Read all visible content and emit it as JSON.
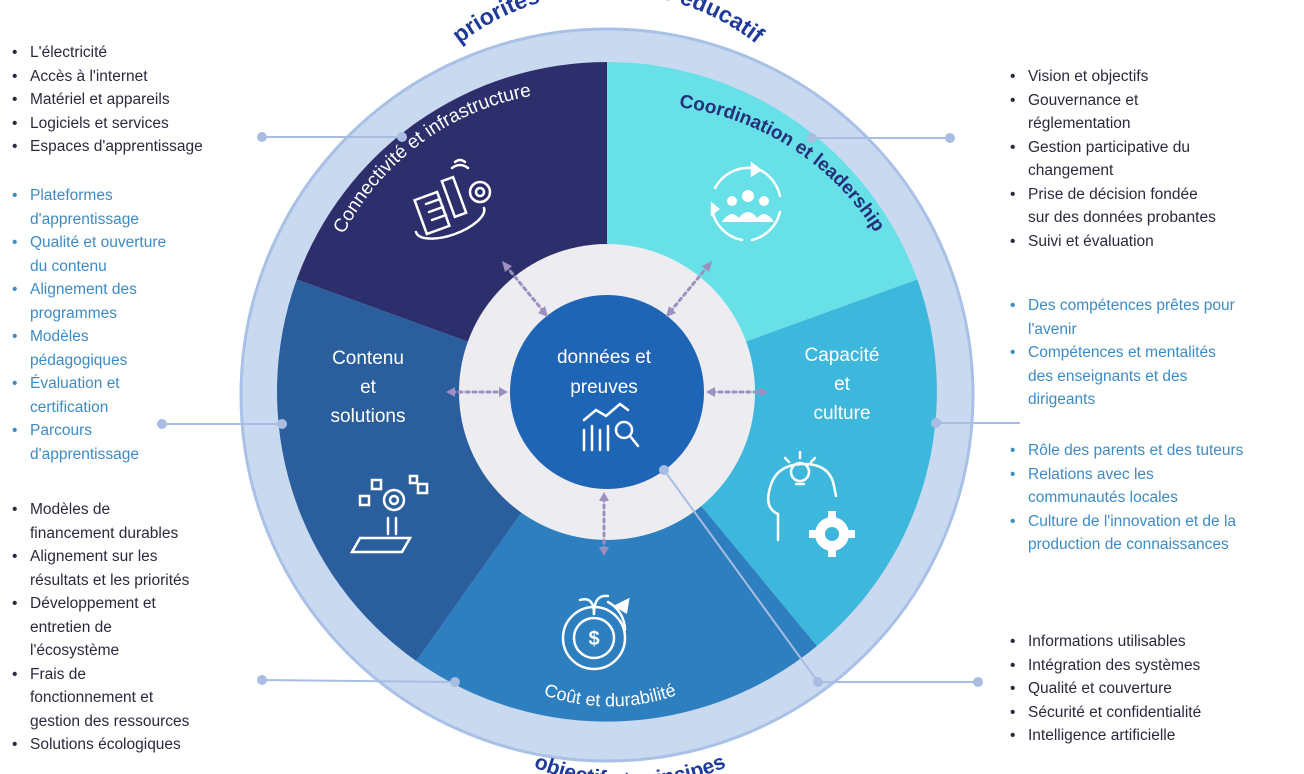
{
  "outer_ring": {
    "top_title": "priorités du système éducatif",
    "bottom_title": "objectif et principes"
  },
  "center": {
    "line1": "données et",
    "line2": "preuves",
    "icon": "data-analytics-icon"
  },
  "segments": {
    "connectivity": {
      "label": "Connectivité et infrastructure",
      "icon": "smart-city-icon",
      "color": "#2c2f6b"
    },
    "coordination": {
      "label": "Coordination et leadership",
      "icon": "team-cycle-icon",
      "color": "#67e0e8"
    },
    "capacity": {
      "line1": "Capacité",
      "line2": "et",
      "line3": "culture",
      "icon": "head-bulb-gear-icon",
      "color": "#3db7dc"
    },
    "cost": {
      "label": "Coût et durabilité",
      "icon": "money-growth-icon",
      "color": "#2d7fbf"
    },
    "content": {
      "line1": "Contenu",
      "line2": "et",
      "line3": "solutions",
      "icon": "digital-content-icon",
      "color": "#2a5e9c"
    }
  },
  "lists": {
    "left_top": [
      "L'électricité",
      "Accès à l'internet",
      "Matériel et appareils",
      "Logiciels et services",
      "Espaces d'apprentissage"
    ],
    "left_middle": [
      [
        "Plateformes",
        "d'apprentissage"
      ],
      [
        "Qualité et ouverture",
        "du contenu"
      ],
      [
        "Alignement des",
        "programmes"
      ],
      [
        "Modèles",
        "pédagogiques"
      ],
      [
        "Évaluation et",
        "certification"
      ],
      [
        "Parcours",
        "d'apprentissage"
      ]
    ],
    "left_bottom": [
      [
        "Modèles de",
        "financement durables"
      ],
      [
        "Alignement sur les",
        "résultats et les priorités"
      ],
      [
        "Développement et",
        "entretien de",
        "l'écosystème"
      ],
      [
        "Frais de",
        "fonctionnement et",
        "gestion des ressources"
      ],
      [
        "Solutions écologiques"
      ]
    ],
    "right_top": [
      [
        "Vision et objectifs"
      ],
      [
        "Gouvernance et",
        "réglementation"
      ],
      [
        "Gestion participative du",
        "changement"
      ],
      [
        "Prise de décision fondée",
        "sur des données probantes"
      ],
      [
        "Suivi et évaluation"
      ]
    ],
    "right_middle": [
      [
        "Des compétences prêtes pour",
        "l'avenir"
      ],
      [
        "Compétences et mentalités",
        "des enseignants et des",
        "dirigeants"
      ]
    ],
    "right_middle2": [
      [
        "Rôle des parents et des tuteurs"
      ],
      [
        "Relations avec les",
        "communautés locales"
      ],
      [
        "Culture de l'innovation et de la",
        "production de connaissances"
      ]
    ],
    "right_bottom": [
      "Informations utilisables",
      "Intégration des systèmes",
      "Qualité et couverture",
      "Sécurité et confidentialité",
      "Intelligence artificielle"
    ]
  }
}
